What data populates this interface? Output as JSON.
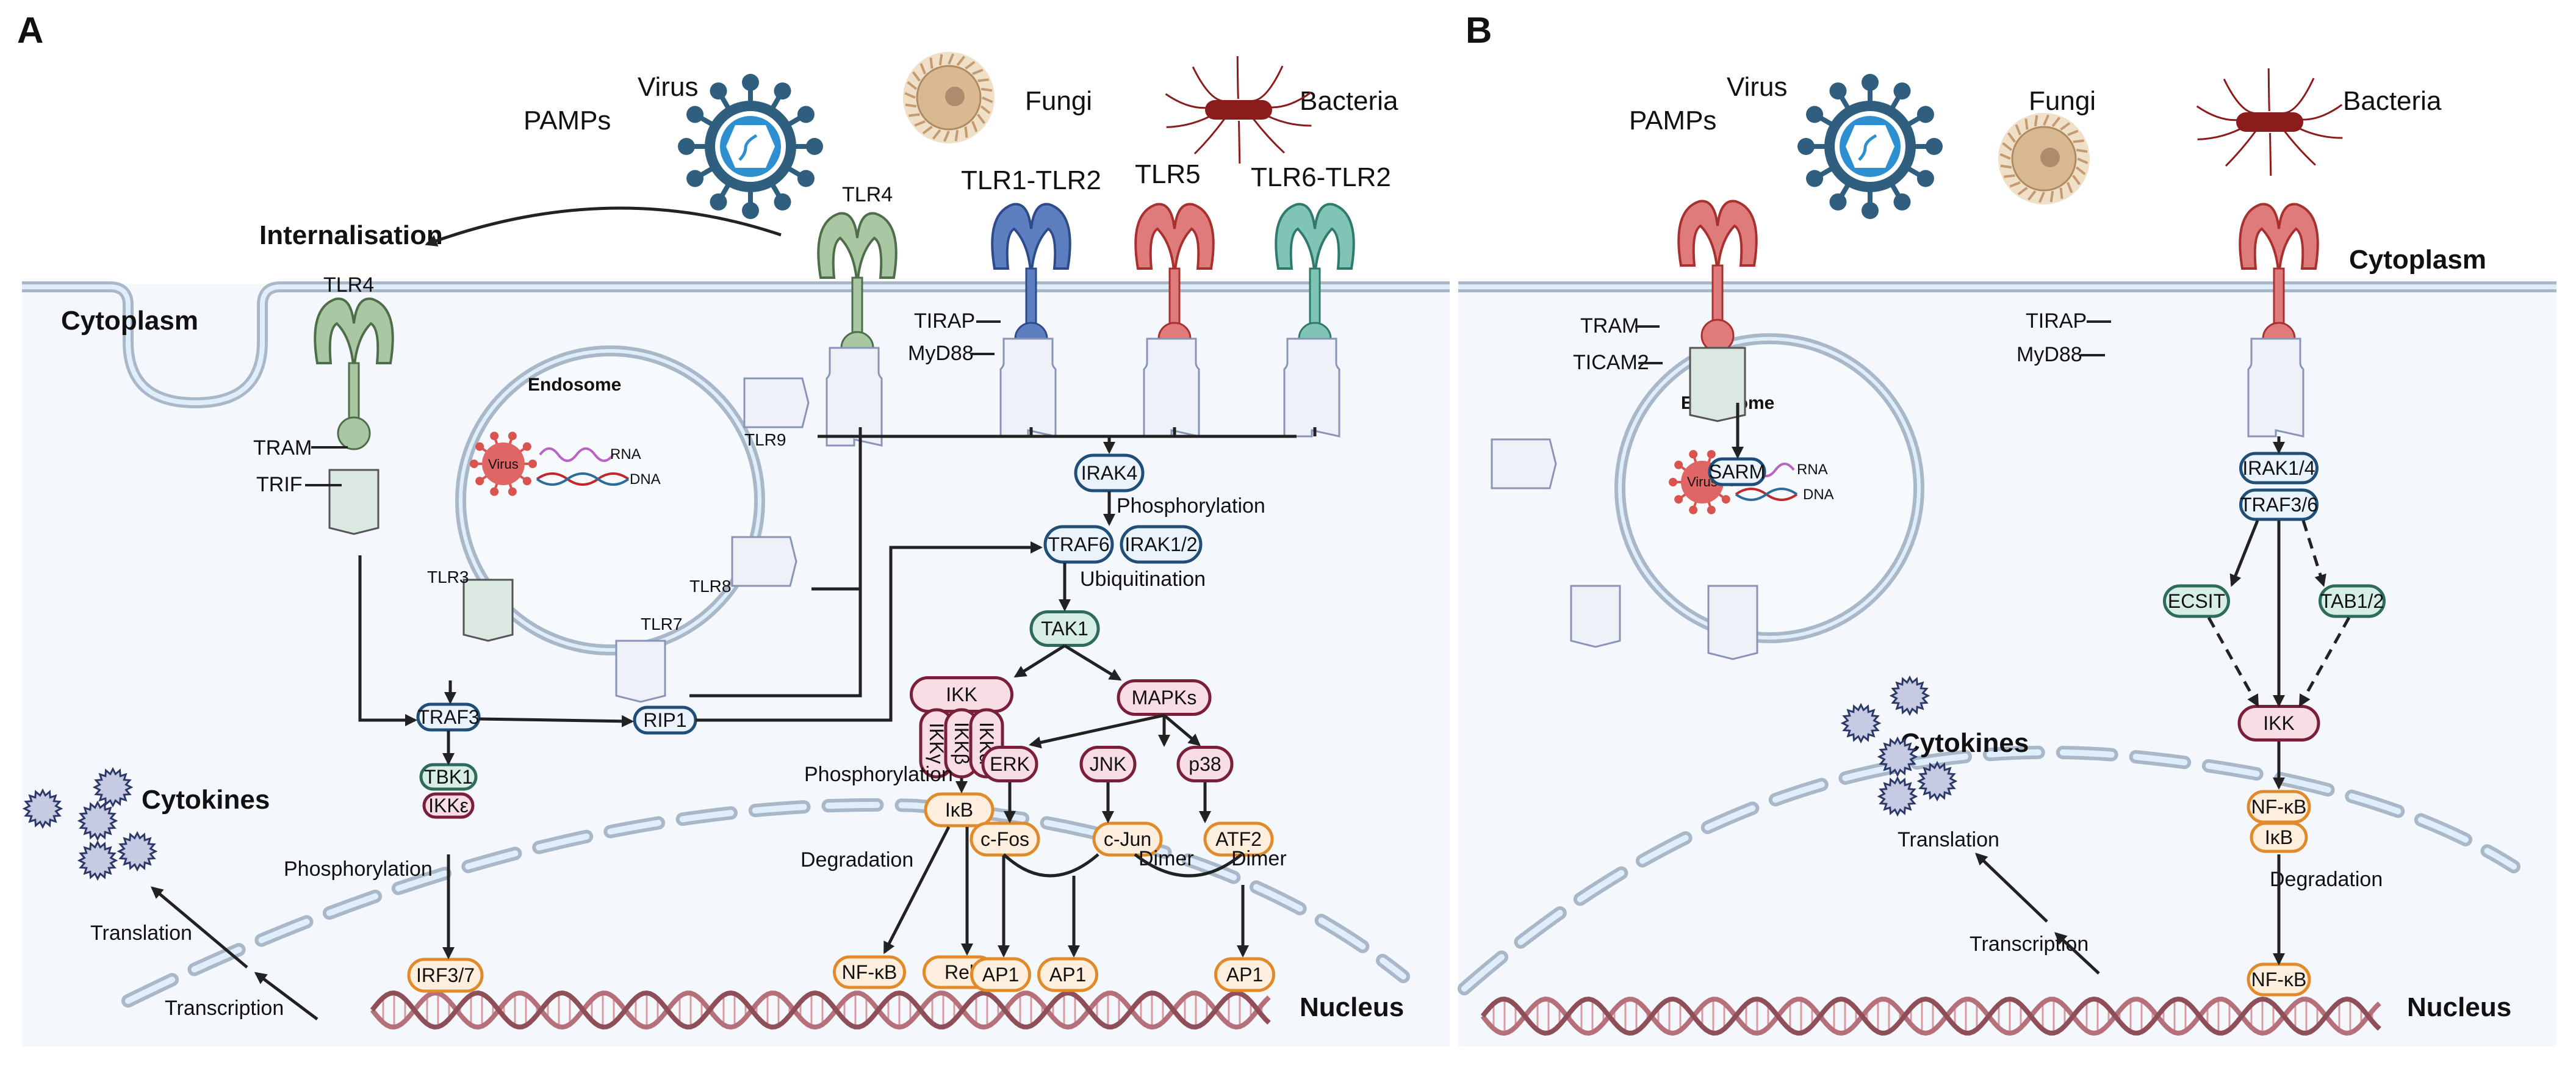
{
  "colors": {
    "cytoplasm_fill": "#f4f8fc",
    "membrane_outer": "#a9b8c8",
    "membrane_inner": "#dfeefa",
    "blue_node_stroke": "#1f4e79",
    "blue_node_fill": "#eaf2fb",
    "teal_node_stroke": "#2e6b5c",
    "teal_node_fill": "#d7eee6",
    "pink_node_stroke": "#7a1f3a",
    "pink_node_fill": "#f9dde4",
    "orange_node_stroke": "#e08a2a",
    "orange_node_fill": "#fdeedd",
    "internalisation_text": "#2f5ea8",
    "tlr4_green": "#a9c7a2",
    "tlr_blue": "#5d7fbf",
    "tlr_red": "#e07b7b",
    "tlr_teal": "#7fc4b5",
    "dna": "#b5707a",
    "virus": "#2f5e7f",
    "fungi": "#d8b991",
    "bacteria": "#8b1c1c",
    "cytokine": "#c6cbe3"
  },
  "panel_a": {
    "letter": "A",
    "pathogens": {
      "pamps": "PAMPs",
      "virus": "Virus",
      "fungi": "Fungi",
      "bacteria": "Bacteria"
    },
    "internalisation": "Internalisation",
    "cytoplasm": "Cytoplasm",
    "endosome": "Endosome",
    "nucleus": "Nucleus",
    "cytokines": "Cytokines",
    "receptors": {
      "tlr4_surface": "TLR4",
      "tlr1_tlr2": "TLR1-TLR2",
      "tlr5": "TLR5",
      "tlr6_tlr2": "TLR6-TLR2",
      "tlr4_internal": "TLR4",
      "tlr3": "TLR3",
      "tlr7": "TLR7",
      "tlr8": "TLR8",
      "tlr9": "TLR9"
    },
    "adaptors": {
      "tirap": "TIRAP",
      "myd88": "MyD88",
      "tram": "TRAM",
      "trif": "TRIF"
    },
    "endosome_contents": {
      "virus": "Virus",
      "rna": "RNA",
      "dna": "DNA"
    },
    "nodes": {
      "irak4": "IRAK4",
      "traf6": "TRAF6",
      "irak12": "IRAK1/2",
      "tak1": "TAK1",
      "ikk": "IKK",
      "ikk_gamma": "IKKγ",
      "ikk_beta": "IKKβ",
      "ikk_alpha": "IKKα",
      "mapks": "MAPKs",
      "erk": "ERK",
      "jnk": "JNK",
      "p38": "p38",
      "ikb": "IκB",
      "cfos": "c-Fos",
      "cjun": "c-Jun",
      "atf2": "ATF2",
      "nfkb": "NF-κB",
      "rel": "Rel",
      "ap1_a": "AP1",
      "ap1_b": "AP1",
      "ap1_c": "AP1",
      "traf3": "TRAF3",
      "rip1": "RIP1",
      "tbk1": "TBK1",
      "ikke": "IKKε",
      "irf37": "IRF3/7"
    },
    "process_labels": {
      "phosphorylation_1": "Phosphorylation",
      "ubiquitination": "Ubiquitination",
      "phosphorylation_2": "Phosphorylation",
      "degradation": "Degradation",
      "dimer_1": "Dimer",
      "dimer_2": "Dimer",
      "phosphorylation_3": "Phosphorylation",
      "translation": "Translation",
      "transcription": "Transcription"
    }
  },
  "panel_b": {
    "letter": "B",
    "pathogens": {
      "pamps": "PAMPs",
      "virus": "Virus",
      "fungi": "Fungi",
      "bacteria": "Bacteria"
    },
    "cytoplasm": "Cytoplasm",
    "endosome": "Endosome",
    "nucleus": "Nucleus",
    "cytokines": "Cytokines",
    "adaptors": {
      "tram": "TRAM",
      "ticam2": "TICAM2",
      "tirap": "TIRAP",
      "myd88": "MyD88"
    },
    "endosome_contents": {
      "virus": "Virus",
      "rna": "RNA",
      "dna": "DNA"
    },
    "nodes": {
      "sarm": "SARM",
      "irak14": "IRAK1/4",
      "traf36": "TRAF3/6",
      "ecsit": "ECSIT",
      "tab12": "TAB1/2",
      "ikk": "IKK",
      "nfkb": "NF-κB",
      "ikb": "IκB",
      "nfkb_nuclear": "NF-κB"
    },
    "process_labels": {
      "degradation": "Degradation",
      "translation": "Translation",
      "transcription": "Transcription"
    }
  }
}
